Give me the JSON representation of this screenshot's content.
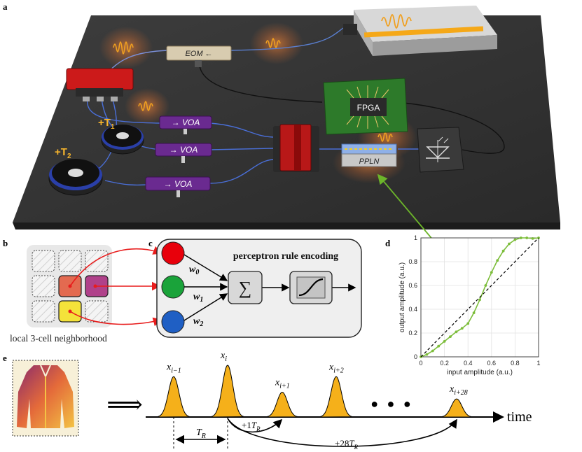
{
  "panel_labels": {
    "a": "a",
    "b": "b",
    "c": "c",
    "d": "d",
    "e": "e"
  },
  "setup": {
    "eom_label": "EOM ←",
    "voa_labels": [
      "→ VOA",
      "→ VOA",
      "→ VOA"
    ],
    "fpga_label": "FPGA",
    "ppln_label": "PPLN",
    "delay_labels": {
      "t1": "+T",
      "t1_sub": "1",
      "t2": "+T",
      "t2_sub": "2"
    }
  },
  "neighborhood": {
    "caption": "local 3-cell neighborhood"
  },
  "perceptron": {
    "title": "perceptron rule encoding",
    "weights": [
      {
        "base": "w",
        "sub": "0"
      },
      {
        "base": "w",
        "sub": "1"
      },
      {
        "base": "w",
        "sub": "2"
      }
    ],
    "sum_symbol": "∑",
    "colors": {
      "input0": "#e8000b",
      "input1": "#1aa33a",
      "input2": "#1f5fc4",
      "arrow": "#e81c1c"
    }
  },
  "chart_data": {
    "type": "line",
    "xlabel": "input amplitude (a.u.)",
    "ylabel": "output amplitude (a.u.)",
    "xlim": [
      0,
      1
    ],
    "ylim": [
      0,
      1
    ],
    "xticks": [
      "0",
      "0.2",
      "0.4",
      "0.6",
      "0.8",
      "1"
    ],
    "yticks": [
      "0",
      "0.2",
      "0.4",
      "0.6",
      "0.8",
      "1"
    ],
    "grid": true,
    "series": [
      {
        "style": "markers",
        "color": "#7cbd3a",
        "x": [
          0,
          0.05,
          0.1,
          0.15,
          0.2,
          0.25,
          0.3,
          0.35,
          0.4,
          0.45,
          0.5,
          0.55,
          0.6,
          0.65,
          0.7,
          0.75,
          0.8,
          0.85,
          0.9,
          0.95,
          1
        ],
        "y": [
          0,
          0.02,
          0.05,
          0.09,
          0.13,
          0.17,
          0.21,
          0.24,
          0.28,
          0.37,
          0.48,
          0.6,
          0.71,
          0.81,
          0.89,
          0.95,
          0.985,
          1,
          1,
          0.995,
          1
        ]
      },
      {
        "style": "dashed",
        "color": "#000000",
        "x": [
          0,
          1
        ],
        "y": [
          0,
          1
        ]
      }
    ]
  },
  "timeline": {
    "implies_symbol": "⟹",
    "axis_label": "time",
    "ellipsis": "● ● ●",
    "pulse_color": "#f5b01a",
    "pulses": [
      {
        "var": "x",
        "sub": "i−1",
        "amp": 0.78
      },
      {
        "var": "x",
        "sub": "i",
        "amp": 1.0
      },
      {
        "var": "x",
        "sub": "i+1",
        "amp": 0.48
      },
      {
        "var": "x",
        "sub": "i+2",
        "amp": 0.78
      },
      {
        "var": "x",
        "sub": "i+28",
        "amp": 0.35
      }
    ],
    "period_label": {
      "base": "T",
      "sub": "R"
    },
    "shift1_label": {
      "prefix": "+1",
      "base": "T",
      "sub": "R"
    },
    "shift28_label": {
      "prefix": "+28",
      "base": "T",
      "sub": "R"
    }
  }
}
